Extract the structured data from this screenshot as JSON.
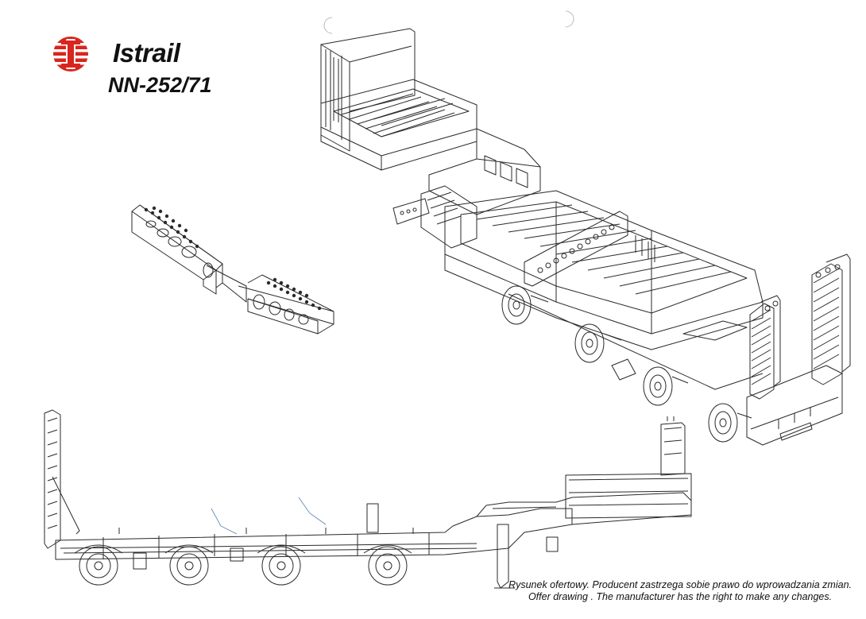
{
  "brand": {
    "name": "Istrail",
    "model": "NN-252/71",
    "logo_color": "#d8251d"
  },
  "disclaimer": {
    "line_pl": "Rysunek ofertowy. Producent zastrzega sobie prawo do wprowadzania zmian.",
    "line_en": "Offer drawing . The manufacturer has the right to make any changes."
  },
  "drawing": {
    "line_color": "#2a2a2a",
    "accent_color": "#5a7fb0",
    "views": [
      "isometric-trailer-view",
      "ramp-detail-view",
      "side-elevation-view"
    ]
  }
}
